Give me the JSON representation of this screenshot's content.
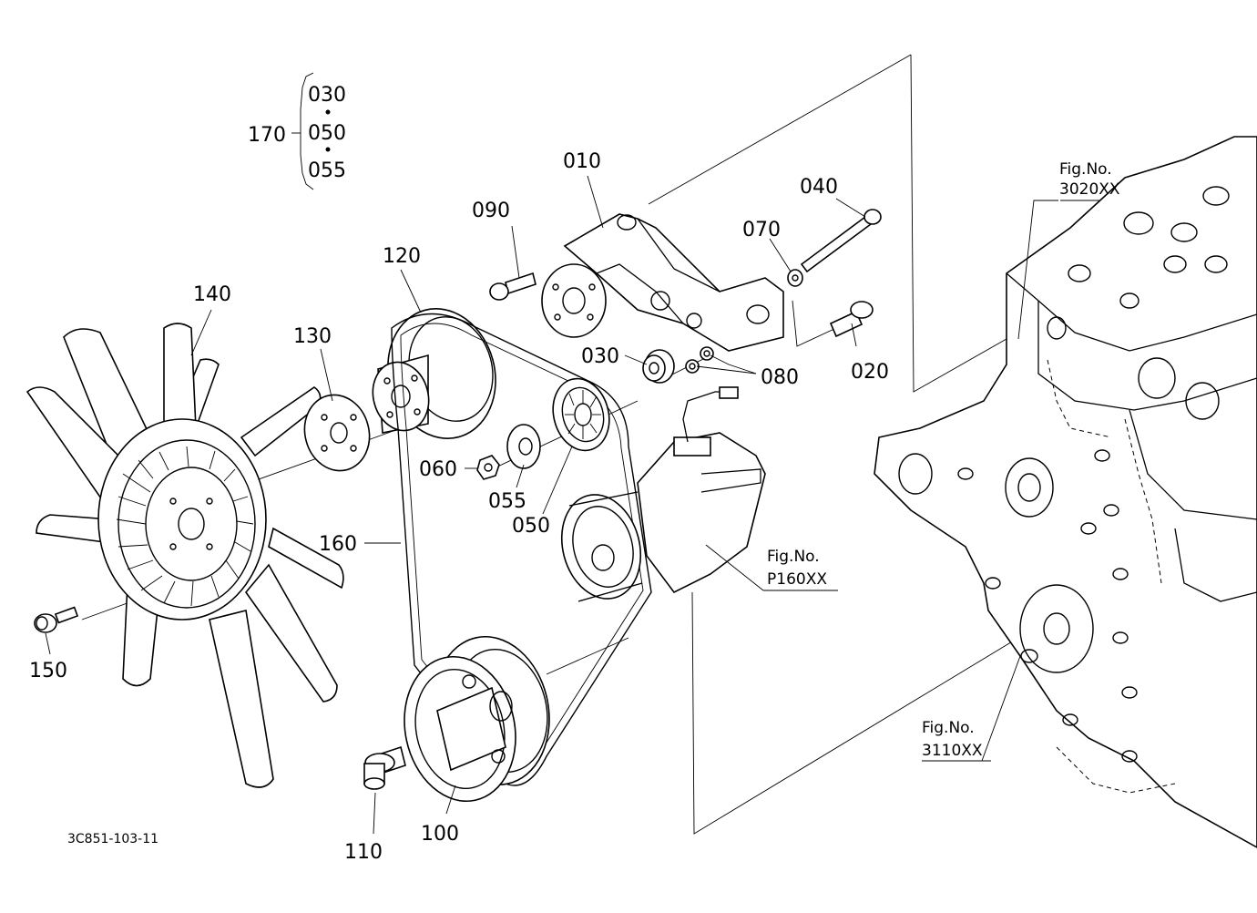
{
  "callouts": {
    "p010": "010",
    "p020": "020",
    "p030": "030",
    "p040": "040",
    "p050": "050",
    "p055": "055",
    "p060": "060",
    "p070": "070",
    "p080": "080",
    "p090": "090",
    "p100": "100",
    "p110": "110",
    "p120": "120",
    "p130": "130",
    "p140": "140",
    "p150": "150",
    "p160": "160",
    "p170": "170"
  },
  "kit_170": {
    "items": [
      "030",
      "050",
      "055"
    ],
    "separator": "•"
  },
  "figure_refs": [
    {
      "title": "Fig.No.",
      "number": "3020XX"
    },
    {
      "title": "Fig.No.",
      "number": "P160XX"
    },
    {
      "title": "Fig.No.",
      "number": "3110XX"
    }
  ],
  "drawing_number": "3C851-103-11"
}
